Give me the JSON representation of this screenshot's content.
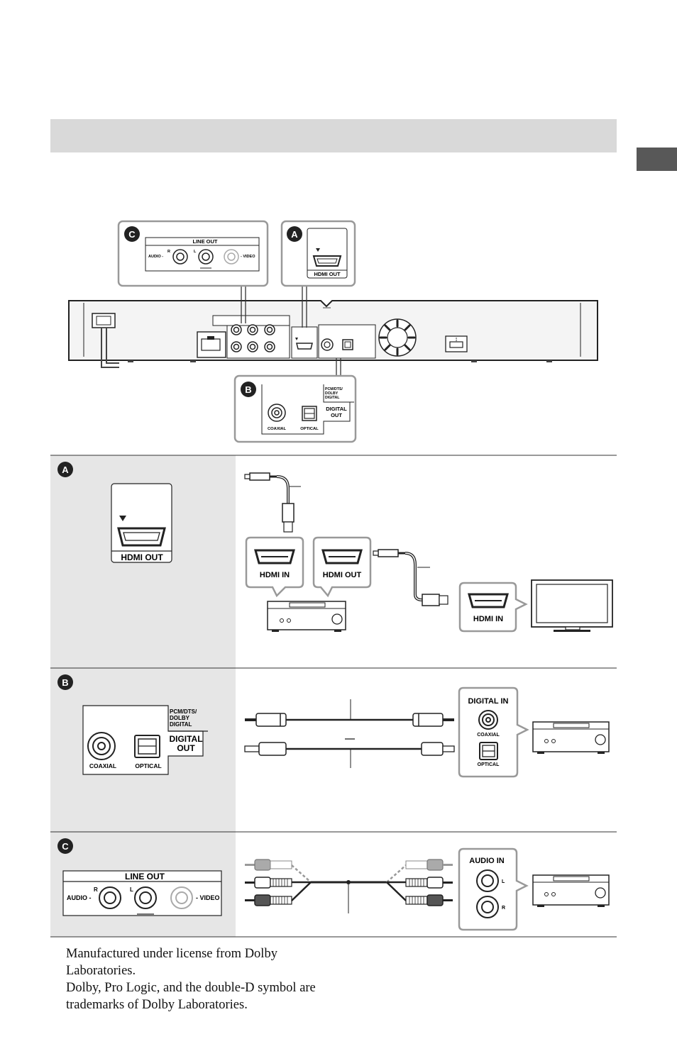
{
  "player": {
    "callout_a": {
      "letter": "A",
      "port": "HDMI OUT"
    },
    "callout_b": {
      "letter": "B",
      "group": "PCM/DTS/ DOLBY DIGITAL",
      "group_lines": [
        "PCM/DTS/",
        "DOLBY",
        "DIGITAL"
      ],
      "digital_out": [
        "DIGITAL",
        "OUT"
      ],
      "coaxial": "COAXIAL",
      "optical": "OPTICAL"
    },
    "callout_c": {
      "letter": "C",
      "line_out": "LINE OUT",
      "audio": "AUDIO -",
      "r": "R",
      "l": "L",
      "video": "- VIDEO"
    }
  },
  "rows": [
    {
      "letter": "A",
      "jack": {
        "port": "HDMI OUT"
      },
      "av_in": "HDMI IN",
      "av_out": "HDMI OUT",
      "tv_in": "HDMI IN"
    },
    {
      "letter": "B",
      "jack": {
        "group_lines": [
          "PCM/DTS/",
          "DOLBY",
          "DIGITAL"
        ],
        "digital_out": [
          "DIGITAL",
          "OUT"
        ],
        "coaxial": "COAXIAL",
        "optical": "OPTICAL"
      },
      "panel": {
        "title": "DIGITAL IN",
        "coaxial": "COAXIAL",
        "optical": "OPTICAL"
      }
    },
    {
      "letter": "C",
      "jack": {
        "line_out": "LINE OUT",
        "audio": "AUDIO -",
        "r": "R",
        "l": "L",
        "video": "- VIDEO"
      },
      "panel": {
        "title": "AUDIO IN",
        "l": "L",
        "r": "R"
      }
    }
  ],
  "footnote": [
    "Manufactured under license from Dolby Laboratories.",
    "Dolby, Pro Logic, and the double-D symbol are trademarks of Dolby Laboratories."
  ]
}
